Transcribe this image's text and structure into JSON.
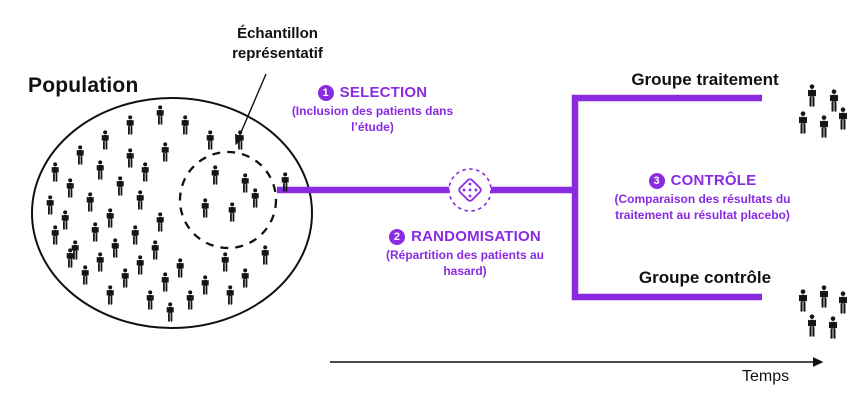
{
  "colors": {
    "accent": "#8A2BE2",
    "ink": "#111111"
  },
  "labels": {
    "population": "Population",
    "sample": "Échantillon représentatif",
    "time": "Temps"
  },
  "steps": [
    {
      "number": "1",
      "title": "SELECTION",
      "subtitle": "(Inclusion des patients dans l’étude)"
    },
    {
      "number": "2",
      "title": "RANDOMISATION",
      "subtitle": "(Répartition des patients au hasard)"
    },
    {
      "number": "3",
      "title": "CONTRÔLE",
      "subtitle": "(Comparaison des résultats du traitement au résultat placebo)"
    }
  ],
  "groups": [
    {
      "label": "Groupe traitement"
    },
    {
      "label": "Groupe contrôle"
    }
  ],
  "icons": {
    "dice": "dice-icon",
    "person": "person-icon"
  }
}
